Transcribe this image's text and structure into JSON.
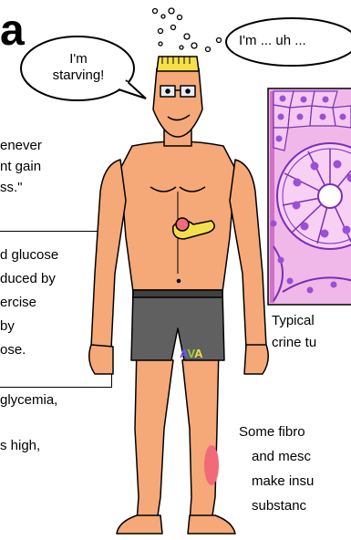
{
  "title_fragment": "a",
  "left_text": {
    "lines_top": [
      "enever",
      "nt gain",
      "ss.\""
    ],
    "box_lines": [
      "d glucose",
      "duced by",
      "ercise",
      "by",
      "ose."
    ],
    "lines_bottom": [
      "glycemia,",
      "",
      "s high,"
    ]
  },
  "bubbles": {
    "left": [
      "I'm",
      "starving!"
    ],
    "right": "I'm ... uh ..."
  },
  "shorts_label": "AVA",
  "caption": [
    "Typical",
    "crine tu"
  ],
  "right_text": [
    "Some fibro",
    "and mesc",
    "make insu",
    "substanc"
  ],
  "colors": {
    "skin": "#f5a878",
    "shorts": "#606060",
    "micro_bg": "#f0b8e8",
    "micro_cells": "#9a4fd6",
    "hair": "#f4e04a"
  }
}
